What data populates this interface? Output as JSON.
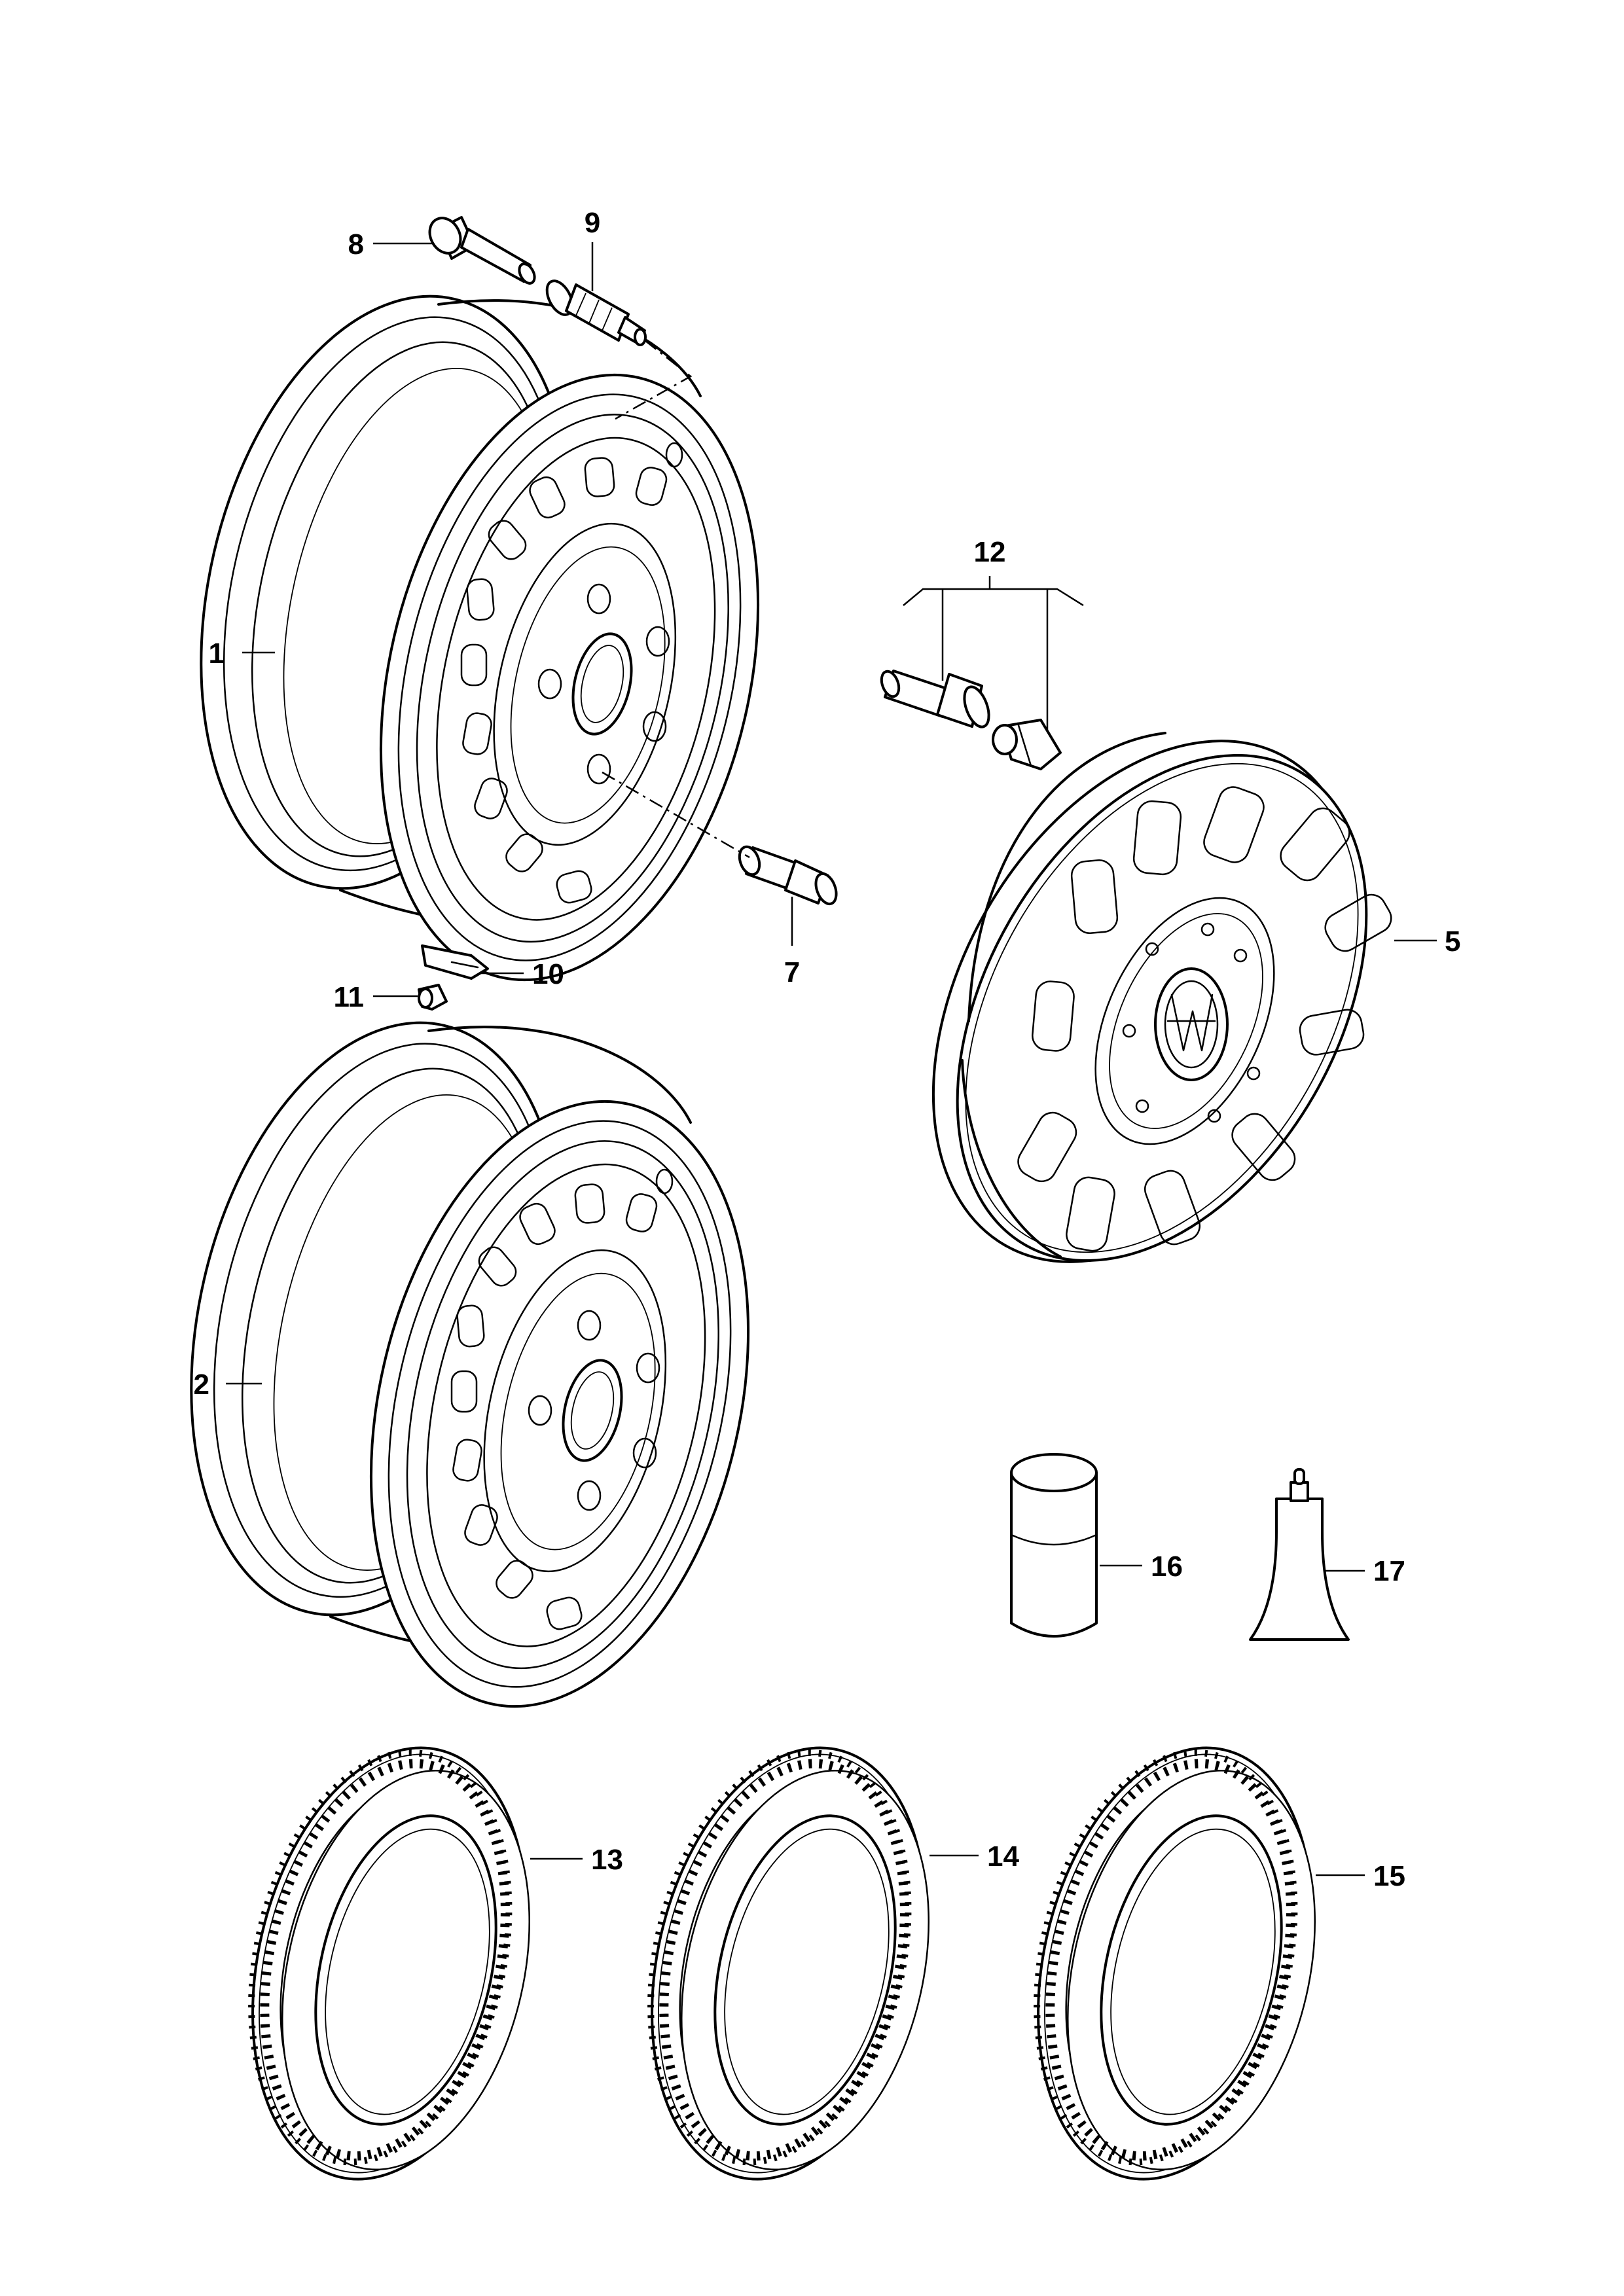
{
  "callouts": [
    {
      "id": "1",
      "text": "1"
    },
    {
      "id": "2",
      "text": "2"
    },
    {
      "id": "5",
      "text": "5"
    },
    {
      "id": "7",
      "text": "7"
    },
    {
      "id": "8",
      "text": "8"
    },
    {
      "id": "9",
      "text": "9"
    },
    {
      "id": "10",
      "text": "10"
    },
    {
      "id": "11",
      "text": "11"
    },
    {
      "id": "12",
      "text": "12"
    },
    {
      "id": "13",
      "text": "13"
    },
    {
      "id": "14",
      "text": "14"
    },
    {
      "id": "15",
      "text": "15"
    },
    {
      "id": "16",
      "text": "16"
    },
    {
      "id": "17",
      "text": "17"
    }
  ]
}
